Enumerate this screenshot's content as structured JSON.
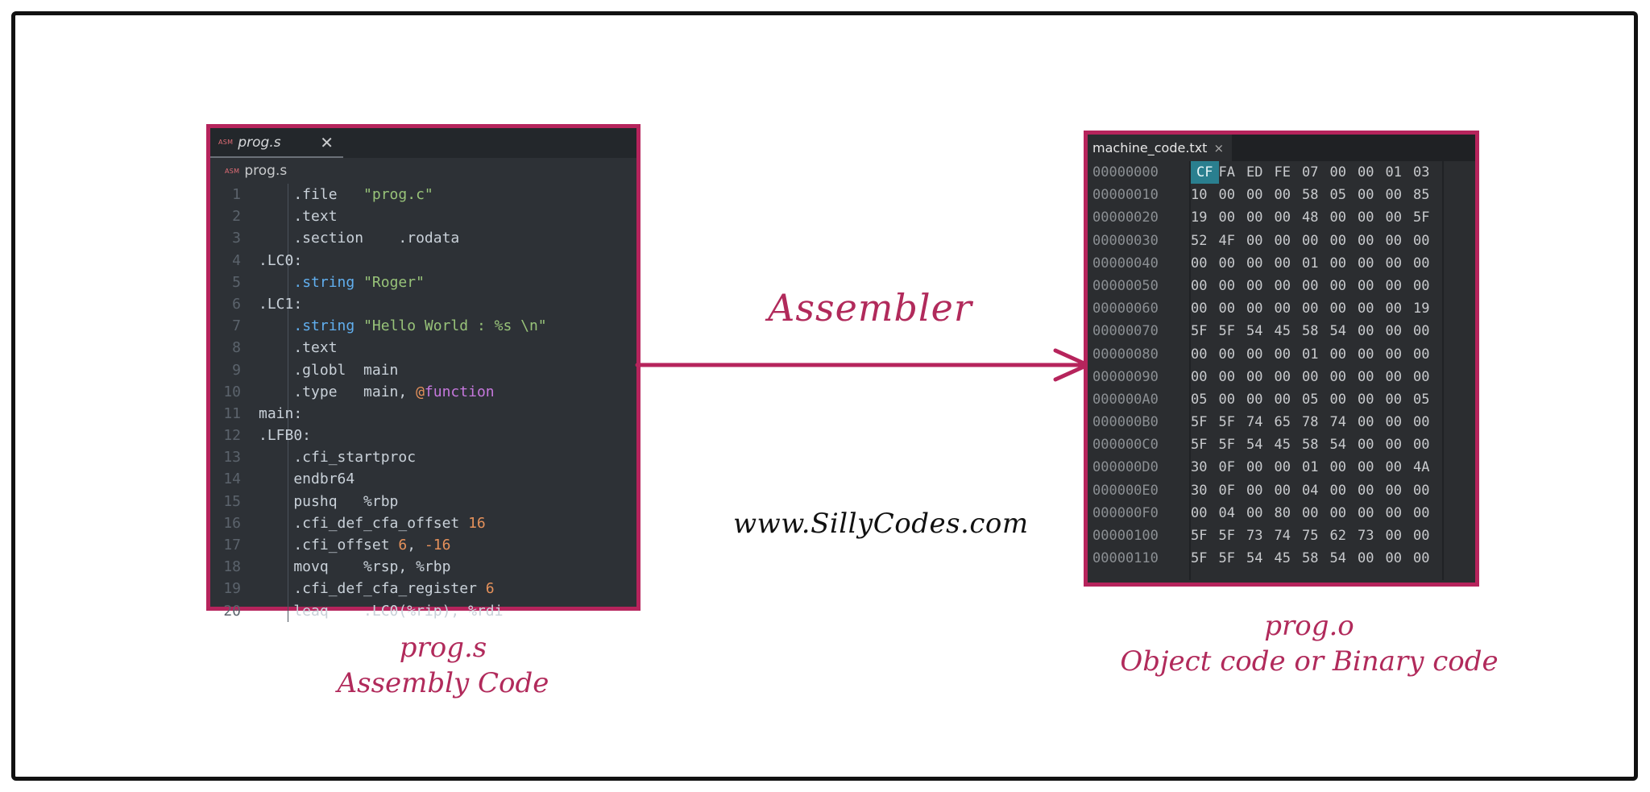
{
  "editor": {
    "tab_badge": "ASM",
    "tab_label": "prog.s",
    "tab_close": "✕",
    "breadcrumb_badge": "ASM",
    "breadcrumb_label": "prog.s",
    "lines": [
      {
        "n": "1",
        "parts": [
          {
            "t": "    .file   ",
            "c": ""
          },
          {
            "t": "\"prog.c\"",
            "c": "str"
          }
        ]
      },
      {
        "n": "2",
        "parts": [
          {
            "t": "    .text",
            "c": ""
          }
        ]
      },
      {
        "n": "3",
        "parts": [
          {
            "t": "    .section    .rodata",
            "c": ""
          }
        ]
      },
      {
        "n": "4",
        "parts": [
          {
            "t": ".LC0:",
            "c": ""
          }
        ]
      },
      {
        "n": "5",
        "parts": [
          {
            "t": "    ",
            "c": ""
          },
          {
            "t": ".string",
            "c": "kw"
          },
          {
            "t": " ",
            "c": ""
          },
          {
            "t": "\"Roger\"",
            "c": "str"
          }
        ]
      },
      {
        "n": "6",
        "parts": [
          {
            "t": ".LC1:",
            "c": ""
          }
        ]
      },
      {
        "n": "7",
        "parts": [
          {
            "t": "    ",
            "c": ""
          },
          {
            "t": ".string",
            "c": "kw"
          },
          {
            "t": " ",
            "c": ""
          },
          {
            "t": "\"Hello World : %s \\n\"",
            "c": "str"
          }
        ]
      },
      {
        "n": "8",
        "parts": [
          {
            "t": "    .text",
            "c": ""
          }
        ]
      },
      {
        "n": "9",
        "parts": [
          {
            "t": "    .globl  main",
            "c": ""
          }
        ]
      },
      {
        "n": "10",
        "parts": [
          {
            "t": "    .type   main, ",
            "c": ""
          },
          {
            "t": "@",
            "c": "at"
          },
          {
            "t": "function",
            "c": "fn"
          }
        ]
      },
      {
        "n": "11",
        "parts": [
          {
            "t": "main:",
            "c": ""
          }
        ]
      },
      {
        "n": "12",
        "parts": [
          {
            "t": ".LFB0:",
            "c": ""
          }
        ]
      },
      {
        "n": "13",
        "parts": [
          {
            "t": "    .cfi_startproc",
            "c": ""
          }
        ]
      },
      {
        "n": "14",
        "parts": [
          {
            "t": "    endbr64",
            "c": ""
          }
        ]
      },
      {
        "n": "15",
        "parts": [
          {
            "t": "    pushq   %rbp",
            "c": ""
          }
        ]
      },
      {
        "n": "16",
        "parts": [
          {
            "t": "    .cfi_def_cfa_offset ",
            "c": ""
          },
          {
            "t": "16",
            "c": "num"
          }
        ]
      },
      {
        "n": "17",
        "parts": [
          {
            "t": "    .cfi_offset ",
            "c": ""
          },
          {
            "t": "6",
            "c": "num"
          },
          {
            "t": ", ",
            "c": ""
          },
          {
            "t": "-16",
            "c": "num"
          }
        ]
      },
      {
        "n": "18",
        "parts": [
          {
            "t": "    movq    %rsp, %rbp",
            "c": ""
          }
        ]
      },
      {
        "n": "19",
        "parts": [
          {
            "t": "    .cfi_def_cfa_register ",
            "c": ""
          },
          {
            "t": "6",
            "c": "num"
          }
        ]
      },
      {
        "n": "20",
        "parts": [
          {
            "t": "    leaq    .LC0(%rip), %rdi",
            "c": ""
          }
        ]
      }
    ]
  },
  "hexview": {
    "tab_label": "machine_code.txt",
    "tab_close": "×",
    "highlight_color": "#2a7f8f",
    "rows": [
      {
        "addr": "00000000",
        "bytes": [
          "CF",
          "FA",
          "ED",
          "FE",
          "07",
          "00",
          "00",
          "01",
          "03"
        ]
      },
      {
        "addr": "00000010",
        "bytes": [
          "10",
          "00",
          "00",
          "00",
          "58",
          "05",
          "00",
          "00",
          "85"
        ]
      },
      {
        "addr": "00000020",
        "bytes": [
          "19",
          "00",
          "00",
          "00",
          "48",
          "00",
          "00",
          "00",
          "5F"
        ]
      },
      {
        "addr": "00000030",
        "bytes": [
          "52",
          "4F",
          "00",
          "00",
          "00",
          "00",
          "00",
          "00",
          "00"
        ]
      },
      {
        "addr": "00000040",
        "bytes": [
          "00",
          "00",
          "00",
          "00",
          "01",
          "00",
          "00",
          "00",
          "00"
        ]
      },
      {
        "addr": "00000050",
        "bytes": [
          "00",
          "00",
          "00",
          "00",
          "00",
          "00",
          "00",
          "00",
          "00"
        ]
      },
      {
        "addr": "00000060",
        "bytes": [
          "00",
          "00",
          "00",
          "00",
          "00",
          "00",
          "00",
          "00",
          "19"
        ]
      },
      {
        "addr": "00000070",
        "bytes": [
          "5F",
          "5F",
          "54",
          "45",
          "58",
          "54",
          "00",
          "00",
          "00"
        ]
      },
      {
        "addr": "00000080",
        "bytes": [
          "00",
          "00",
          "00",
          "00",
          "01",
          "00",
          "00",
          "00",
          "00"
        ]
      },
      {
        "addr": "00000090",
        "bytes": [
          "00",
          "00",
          "00",
          "00",
          "00",
          "00",
          "00",
          "00",
          "00"
        ]
      },
      {
        "addr": "000000A0",
        "bytes": [
          "05",
          "00",
          "00",
          "00",
          "05",
          "00",
          "00",
          "00",
          "05"
        ]
      },
      {
        "addr": "000000B0",
        "bytes": [
          "5F",
          "5F",
          "74",
          "65",
          "78",
          "74",
          "00",
          "00",
          "00"
        ]
      },
      {
        "addr": "000000C0",
        "bytes": [
          "5F",
          "5F",
          "54",
          "45",
          "58",
          "54",
          "00",
          "00",
          "00"
        ]
      },
      {
        "addr": "000000D0",
        "bytes": [
          "30",
          "0F",
          "00",
          "00",
          "01",
          "00",
          "00",
          "00",
          "4A"
        ]
      },
      {
        "addr": "000000E0",
        "bytes": [
          "30",
          "0F",
          "00",
          "00",
          "04",
          "00",
          "00",
          "00",
          "00"
        ]
      },
      {
        "addr": "000000F0",
        "bytes": [
          "00",
          "04",
          "00",
          "80",
          "00",
          "00",
          "00",
          "00",
          "00"
        ]
      },
      {
        "addr": "00000100",
        "bytes": [
          "5F",
          "5F",
          "73",
          "74",
          "75",
          "62",
          "73",
          "00",
          "00"
        ]
      },
      {
        "addr": "00000110",
        "bytes": [
          "5F",
          "5F",
          "54",
          "45",
          "58",
          "54",
          "00",
          "00",
          "00"
        ]
      }
    ]
  },
  "diagram": {
    "arrow_label": "Assembler",
    "website": "www.SillyCodes.com",
    "left_caption_line1": "prog.s",
    "left_caption_line2": "Assembly Code",
    "right_caption_line1": "prog.o",
    "right_caption_line2": "Object code or Binary code",
    "accent_color": "#b6245c"
  }
}
